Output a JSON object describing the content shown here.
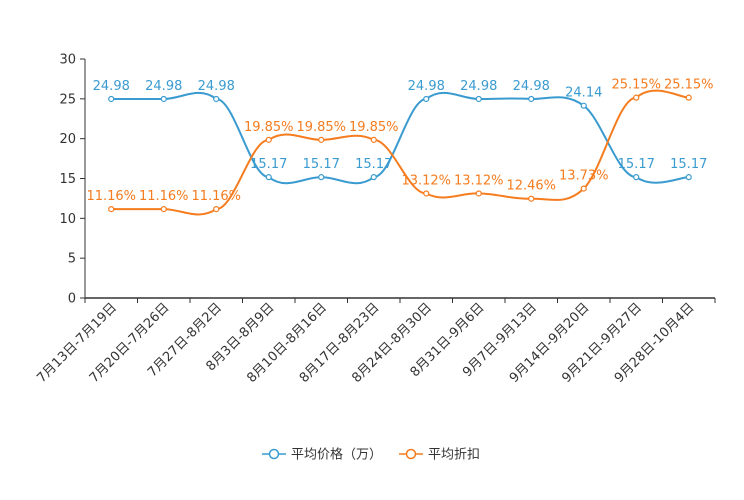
{
  "chart_data": {
    "type": "line",
    "categories": [
      "7月13日-7月19日",
      "7月20日-7月26日",
      "7月27日-8月2日",
      "8月3日-8月9日",
      "8月10日-8月16日",
      "8月17日-8月23日",
      "8月24日-8月30日",
      "8月31日-9月6日",
      "9月7日-9月13日",
      "9月14日-9月20日",
      "9月21日-9月27日",
      "9月28日-10月4日"
    ],
    "ylim": [
      0,
      30
    ],
    "yticks": [
      "0",
      "5",
      "10",
      "15",
      "20",
      "25",
      "30"
    ],
    "grid": false,
    "legend_position": "bottom",
    "series": [
      {
        "name": "平均价格（万）",
        "color": "#3a9bd0",
        "values": [
          24.98,
          24.98,
          24.98,
          15.17,
          15.17,
          15.17,
          24.98,
          24.98,
          24.98,
          24.14,
          15.17,
          15.17
        ],
        "labels": [
          "24.98",
          "24.98",
          "24.98",
          "15.17",
          "15.17",
          "15.17",
          "24.98",
          "24.98",
          "24.98",
          "24.14",
          "15.17",
          "15.17"
        ]
      },
      {
        "name": "平均折扣",
        "color": "#f57c1f",
        "values": [
          11.16,
          11.16,
          11.16,
          19.85,
          19.85,
          19.85,
          13.12,
          13.12,
          12.46,
          13.73,
          25.15,
          25.15
        ],
        "labels": [
          "11.16%",
          "11.16%",
          "11.16%",
          "19.85%",
          "19.85%",
          "19.85%",
          "13.12%",
          "13.12%",
          "12.46%",
          "13.73%",
          "25.15%",
          "25.15%"
        ]
      }
    ]
  }
}
